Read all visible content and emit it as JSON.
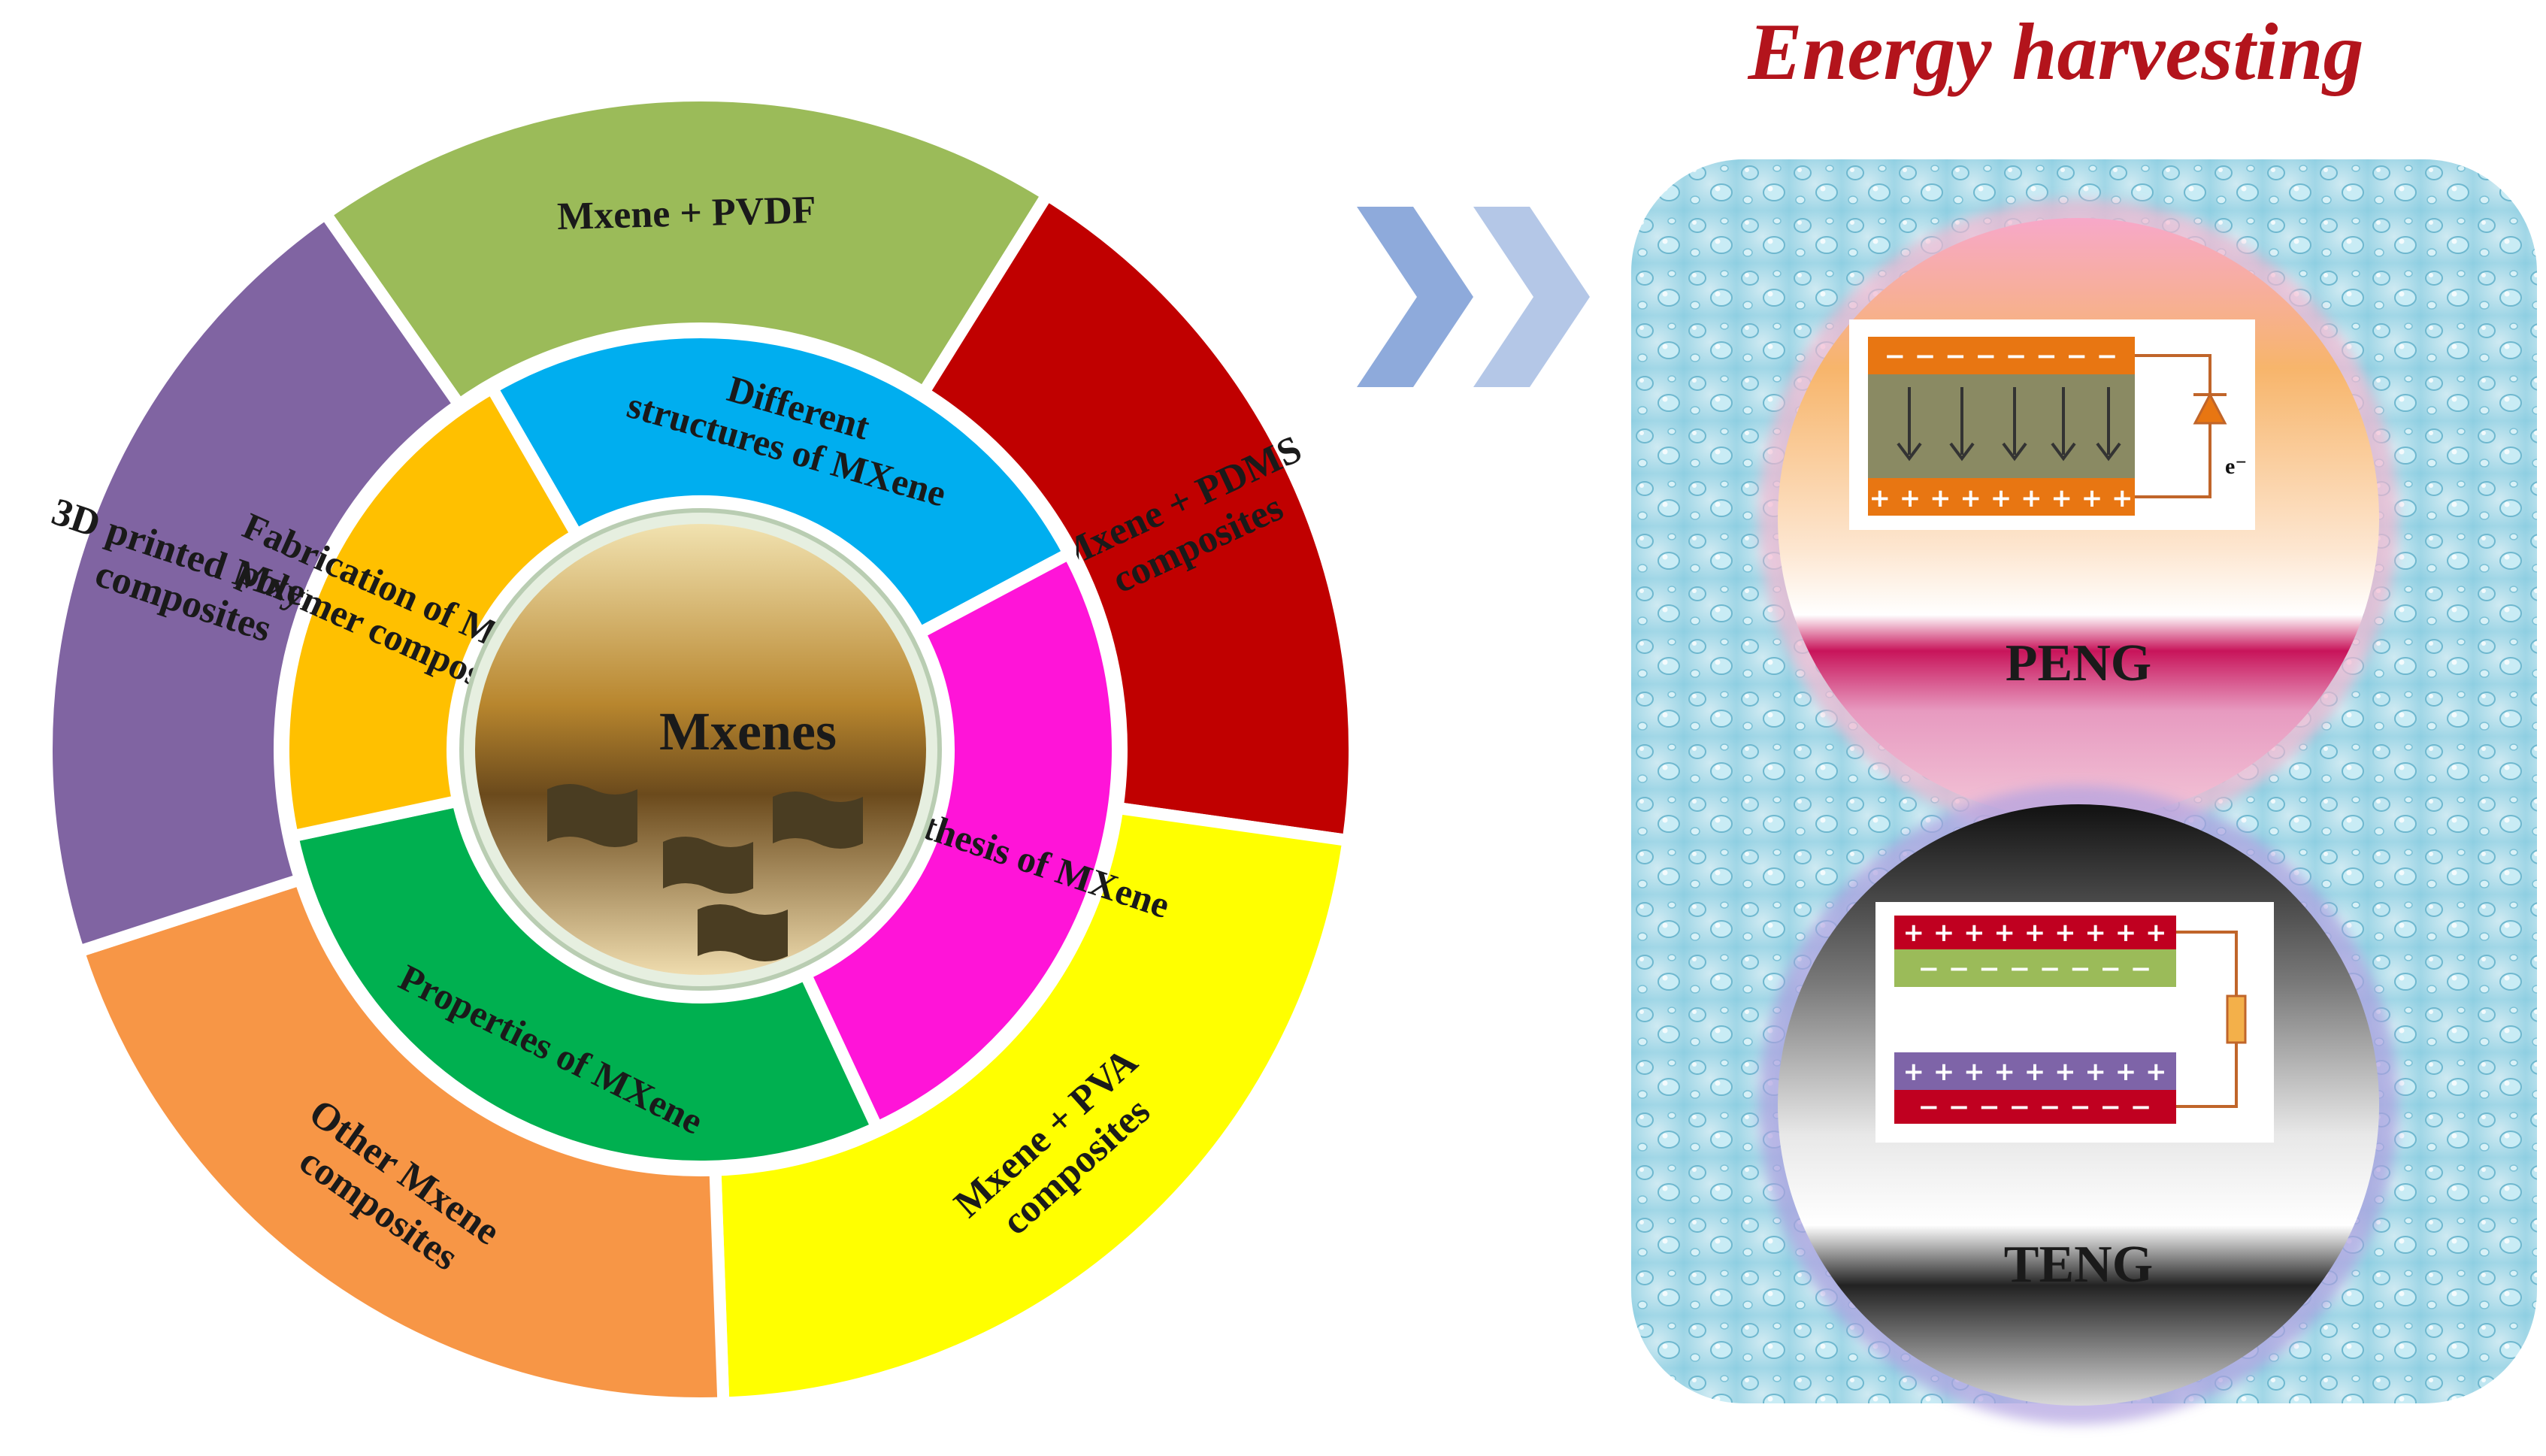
{
  "center": {
    "label": "Mxenes"
  },
  "inner_ring": [
    {
      "id": "structures",
      "lines": [
        "Different",
        "structures of MXene"
      ],
      "color": "#00aeef"
    },
    {
      "id": "synthesis",
      "lines": [
        "Synthesis of MXene"
      ],
      "color": "#ff14d8"
    },
    {
      "id": "properties",
      "lines": [
        "Properties  of MXene"
      ],
      "color": "#00b050"
    },
    {
      "id": "fabrication",
      "lines": [
        "Fabrication of Mxene",
        "polymer composites"
      ],
      "color": "#ffc000"
    }
  ],
  "outer_ring": [
    {
      "id": "pvdf",
      "lines": [
        "Mxene + PVDF"
      ],
      "color": "#9bbb59"
    },
    {
      "id": "pdms",
      "lines": [
        "Mxene + PDMS",
        "composites"
      ],
      "color": "#c00000"
    },
    {
      "id": "pva",
      "lines": [
        "Mxene + PVA",
        "composites"
      ],
      "color": "#ffff00"
    },
    {
      "id": "other",
      "lines": [
        "Other Mxene",
        "composites"
      ],
      "color": "#f79646"
    },
    {
      "id": "printed",
      "lines": [
        "3D printed Mxene",
        "composites"
      ],
      "color": "#8064a2"
    }
  ],
  "arrow_colors": [
    "#8eaadb",
    "#b4c7e7"
  ],
  "panel": {
    "title": "Energy harvesting",
    "peng": {
      "label": "PENG",
      "top_charges": "− − − − − − − −",
      "bottom_charges": "+ + + + + + + + +",
      "electron": "e⁻"
    },
    "teng": {
      "label": "TENG",
      "layer1_charges": "+ + + + + + + + +",
      "layer2_charges": "− − − − − − − −",
      "layer3_charges": "+ + + + + + + + +",
      "layer4_charges": "− − − − − − − −"
    }
  }
}
